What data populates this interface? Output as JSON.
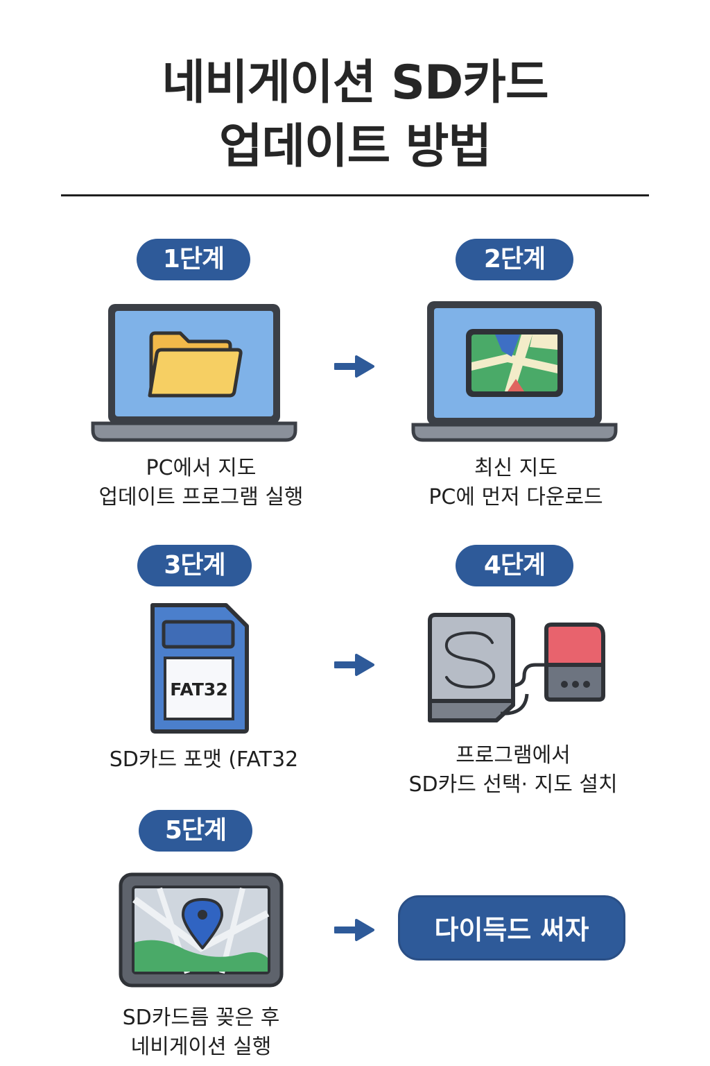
{
  "title": {
    "line1": "네비게이션 SD카드",
    "line2": "업데이트 방법"
  },
  "steps": [
    {
      "badge": "1단계",
      "caption_line1": "PC에서 지도",
      "caption_line2": "업데이트 프로그램 실행",
      "icon": "laptop-folder-icon"
    },
    {
      "badge": "2단계",
      "caption_line1": "최신 지도",
      "caption_line2": "PC에 먼저 다운로드",
      "icon": "laptop-map-icon"
    },
    {
      "badge": "3단계",
      "caption_line1": "SD카드 포맷 (FAT32",
      "caption_line2": "",
      "card_label": "FAT32",
      "icon": "sd-card-icon"
    },
    {
      "badge": "4단계",
      "caption_line1": "프로그램에서",
      "caption_line2": "SD카드 선택· 지도 설치",
      "icon": "sd-reader-icon"
    },
    {
      "badge": "5단계",
      "caption_line1": "SD카드름 꽂은 후",
      "caption_line2": "네비게이션 실행",
      "icon": "navigation-device-icon"
    }
  ],
  "cta": {
    "label": "다이득드 써자"
  },
  "colors": {
    "accent": "#2e5a99",
    "screen": "#7fb2e8",
    "folder": "#f6cf63",
    "map_green": "#4aaa68",
    "map_red": "#e0665f",
    "reader_red": "#e8636d"
  }
}
